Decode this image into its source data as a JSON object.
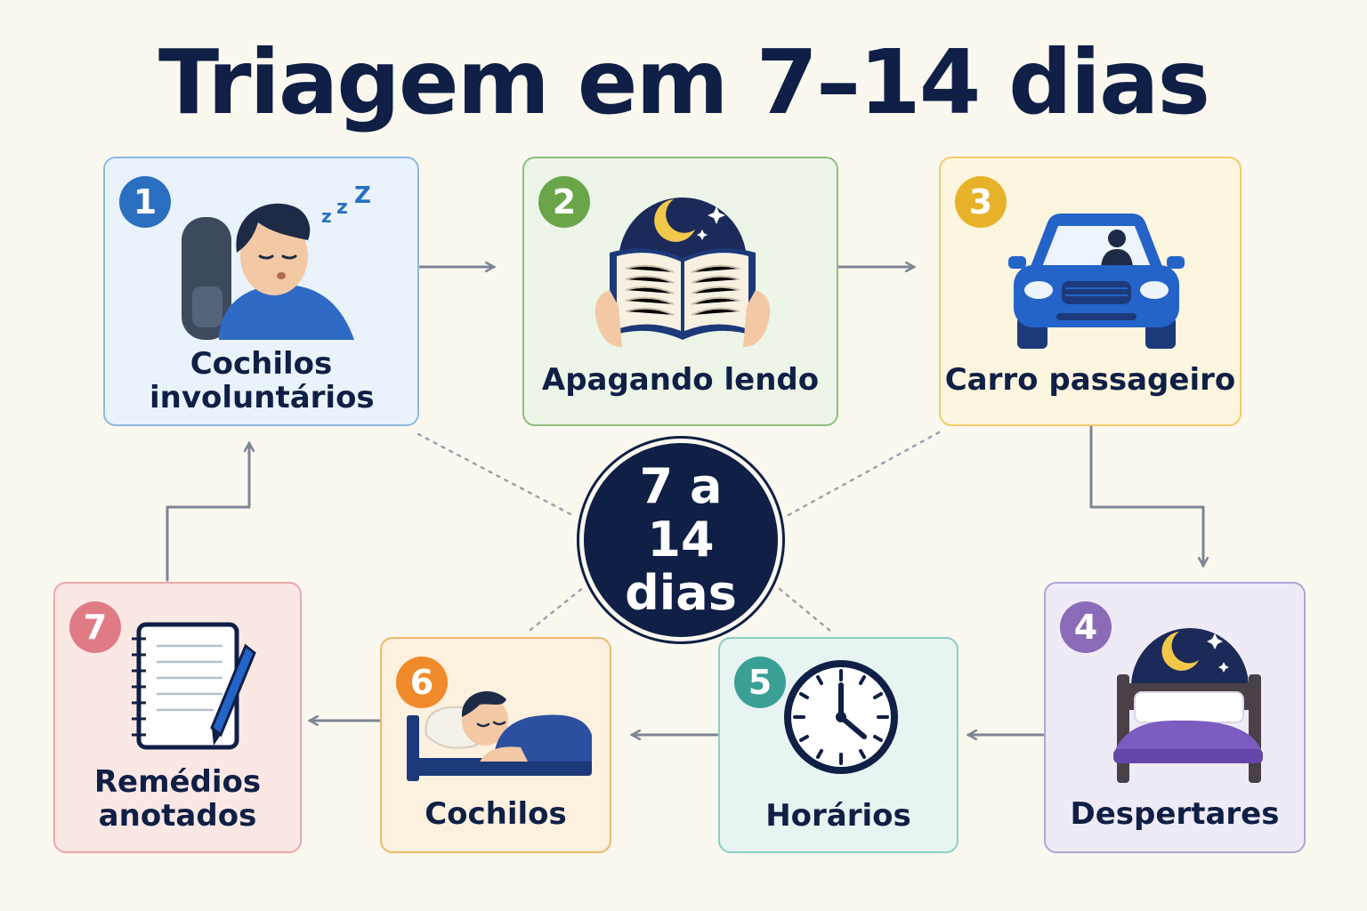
{
  "title": "Triagem em 7–14 dias",
  "center": {
    "text": "7 a 14 dias"
  },
  "steps": [
    {
      "number": "1",
      "label": "Cochilos involuntários",
      "illustration": "sleeping-in-chair-icon",
      "color": "#2a6fc0"
    },
    {
      "number": "2",
      "label": "Apagando lendo",
      "illustration": "reading-book-night-icon",
      "color": "#6aa54a"
    },
    {
      "number": "3",
      "label": "Carro passageiro",
      "illustration": "car-passenger-icon",
      "color": "#e7b22a"
    },
    {
      "number": "4",
      "label": "Despertares",
      "illustration": "bed-night-icon",
      "color": "#8b6bb8"
    },
    {
      "number": "5",
      "label": "Horários",
      "illustration": "clock-icon",
      "color": "#3aa096"
    },
    {
      "number": "6",
      "label": "Cochilos",
      "illustration": "person-sleeping-bed-icon",
      "color": "#f08a2a"
    },
    {
      "number": "7",
      "label": "Remédios anotados",
      "illustration": "notebook-pen-icon",
      "color": "#e07b86"
    }
  ]
}
